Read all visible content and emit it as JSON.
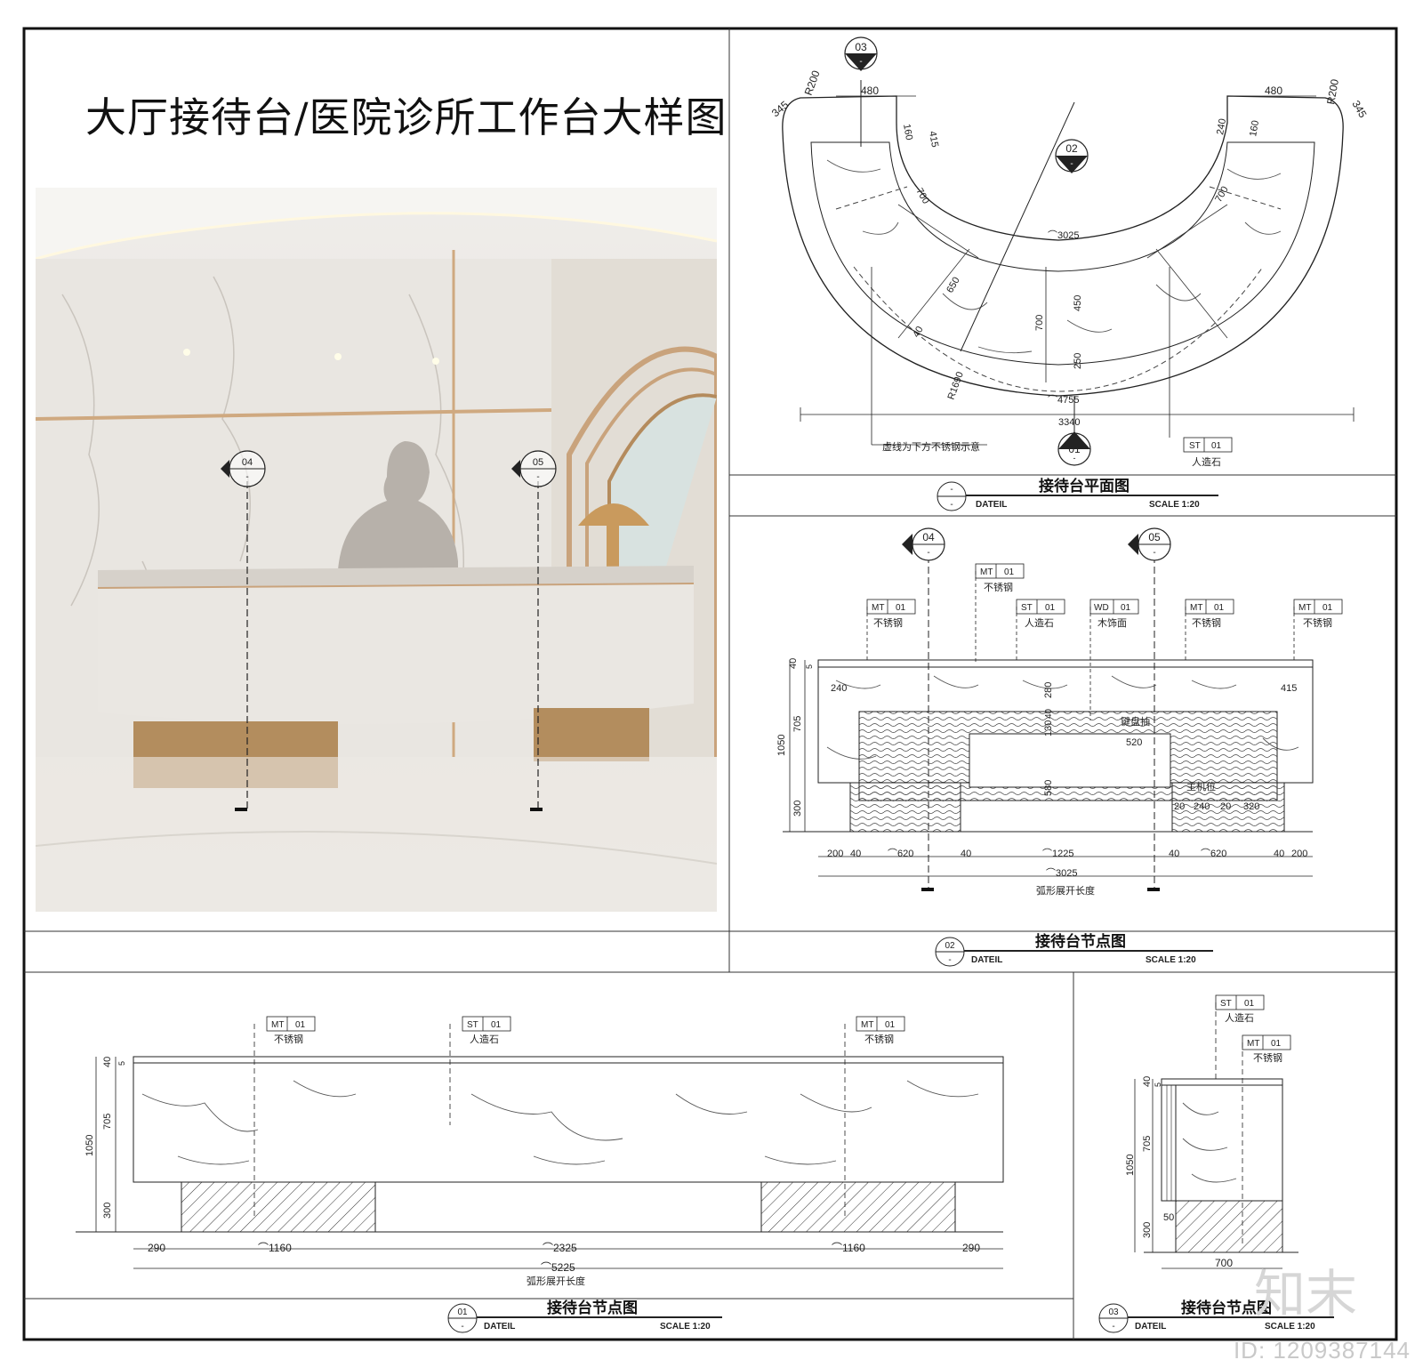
{
  "title": "大厅接待台/医院诊所工作台大样图",
  "watermark": "ID: 1209387144",
  "logo_text": "知末",
  "render_tags": {
    "t04": "04",
    "t05": "05",
    "dash": "-"
  },
  "plan": {
    "label": "接待台平面图",
    "dateil": "DATEIL",
    "scale": "SCALE 1:20",
    "num": "-",
    "sub": "-",
    "tag03": "03",
    "tag02": "02",
    "tag01": "01",
    "tag_dash": "-",
    "dims": {
      "r200_l": "R200",
      "d345_l": "345",
      "d480_l": "480",
      "d160_l": "160",
      "d415": "415",
      "d700_l": "700",
      "d650": "650",
      "d40": "40",
      "r1690": "R1690",
      "arc3025": "⌒3025",
      "d450": "450",
      "d700_m": "700",
      "d250": "250",
      "arc4755": "⌒4755",
      "d3340": "3340",
      "d480_r": "480",
      "r200_r": "R200",
      "d345_r": "345",
      "d240": "240",
      "d160_r": "160",
      "d700_r": "700"
    },
    "note_dashed": "虚线为下方不锈钢示意",
    "st_code": "ST",
    "st_num": "01",
    "st_name": "人造石"
  },
  "section02": {
    "label": "接待台节点图",
    "dateil": "DATEIL",
    "scale": "SCALE 1:20",
    "num": "02",
    "sub": "-",
    "tag04": "04",
    "tag05": "05",
    "tag_dash": "-",
    "callouts": [
      {
        "code": "MT",
        "num": "01",
        "name": "不锈钢"
      },
      {
        "code": "MT",
        "num": "01",
        "name": "不锈钢"
      },
      {
        "code": "ST",
        "num": "01",
        "name": "人造石"
      },
      {
        "code": "WD",
        "num": "01",
        "name": "木饰面"
      },
      {
        "code": "MT",
        "num": "01",
        "name": "不锈钢"
      },
      {
        "code": "MT",
        "num": "01",
        "name": "不锈钢"
      }
    ],
    "dims": {
      "v40": "40",
      "v5": "5",
      "v705": "705",
      "v1050": "1050",
      "v300": "300",
      "d240": "240",
      "d415": "415",
      "d280": "280",
      "d40m": "40",
      "d130": "130",
      "d580": "580",
      "d520": "520",
      "keyboard": "键盘抽",
      "host": "主机位",
      "d20a": "20",
      "d240b": "240",
      "d20b": "20",
      "d320": "320",
      "b200l": "200",
      "b40a": "40",
      "b620l": "⌒620",
      "b40b": "40",
      "b1225": "⌒1225",
      "b40c": "40",
      "b620r": "⌒620",
      "b40d": "40",
      "b200r": "200",
      "b3025": "⌒3025",
      "unfold": "弧形展开长度"
    }
  },
  "section01": {
    "label": "接待台节点图",
    "dateil": "DATEIL",
    "scale": "SCALE 1:20",
    "num": "01",
    "sub": "-",
    "callouts": [
      {
        "code": "MT",
        "num": "01",
        "name": "不锈钢"
      },
      {
        "code": "ST",
        "num": "01",
        "name": "人造石"
      },
      {
        "code": "MT",
        "num": "01",
        "name": "不锈钢"
      }
    ],
    "dims": {
      "v40": "40",
      "v5": "5",
      "v705": "705",
      "v1050": "1050",
      "v300": "300",
      "d290l": "290",
      "d1160l": "⌒1160",
      "d2325": "⌒2325",
      "d1160r": "⌒1160",
      "d290r": "290",
      "d5225": "⌒5225",
      "unfold": "弧形展开长度"
    }
  },
  "section03": {
    "label": "接待台节点图",
    "dateil": "DATEIL",
    "scale": "SCALE 1:20",
    "num": "03",
    "sub": "-",
    "callouts": [
      {
        "code": "ST",
        "num": "01",
        "name": "人造石"
      },
      {
        "code": "MT",
        "num": "01",
        "name": "不锈钢"
      }
    ],
    "dims": {
      "v40": "40",
      "v5": "5",
      "v705": "705",
      "v1050": "1050",
      "v300": "300",
      "d50": "50",
      "d700": "700"
    }
  }
}
